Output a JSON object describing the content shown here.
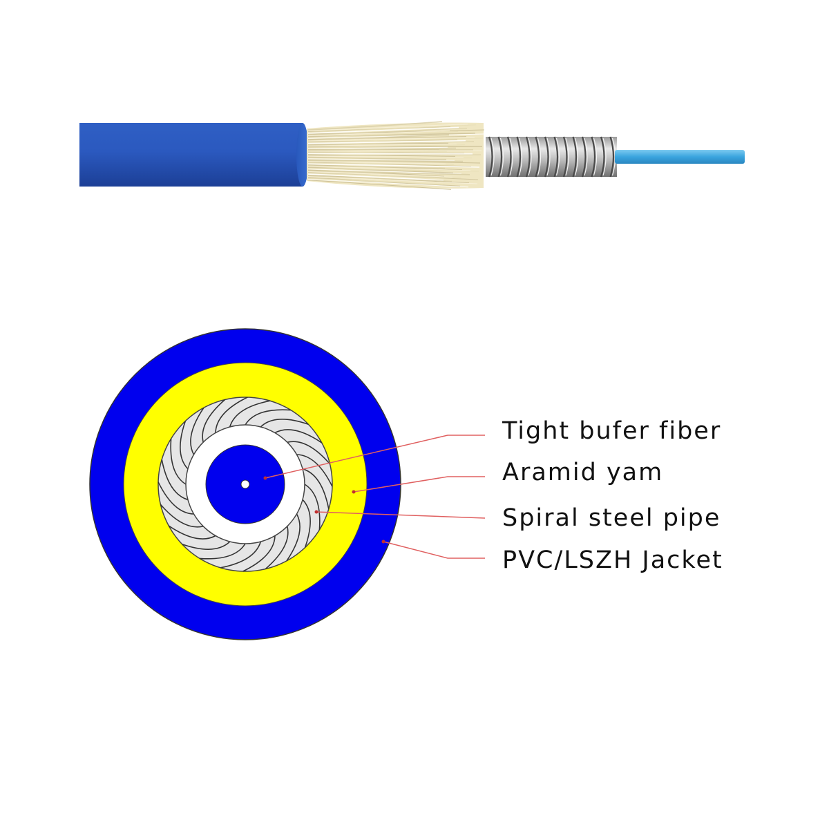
{
  "labels": {
    "tight_buffer_fiber": "Tight bufer fiber",
    "aramid_yarn": "Aramid yam",
    "spiral_steel_pipe": "Spiral steel pipe",
    "jacket": "PVC/LSZH Jacket"
  },
  "colors": {
    "jacket_blue": "#0000ee",
    "aramid_yellow": "#ffff00",
    "steel_grey": "#e6e6e6",
    "spiral_stroke": "#333333",
    "leader_red": "#e06060",
    "cable_jacket_blue": "#2a55b8",
    "fiber_light_blue": "#40a8e0",
    "aramid_fiber_beige": "#efe6c2"
  }
}
